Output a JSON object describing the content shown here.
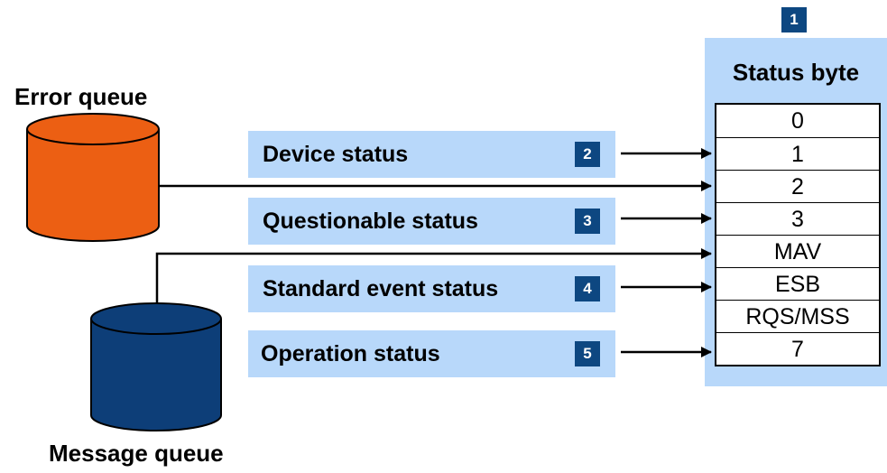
{
  "status_byte": {
    "badge": "1",
    "title": "Status byte",
    "bits": [
      "0",
      "1",
      "2",
      "3",
      "MAV",
      "ESB",
      "RQS/MSS",
      "7"
    ]
  },
  "queues": {
    "error": {
      "label": "Error queue",
      "color": "#ec5f13"
    },
    "message": {
      "label": "Message queue",
      "color": "#0d3e78"
    }
  },
  "registers": [
    {
      "label": "Device status",
      "badge": "2"
    },
    {
      "label": "Questionable status",
      "badge": "3"
    },
    {
      "label": "Standard event status",
      "badge": "4"
    },
    {
      "label": "Operation status",
      "badge": "5"
    }
  ],
  "colors": {
    "register_fill": "#b8d8fa",
    "badge_fill": "#0d4781",
    "badge_text": "#ffffff"
  }
}
